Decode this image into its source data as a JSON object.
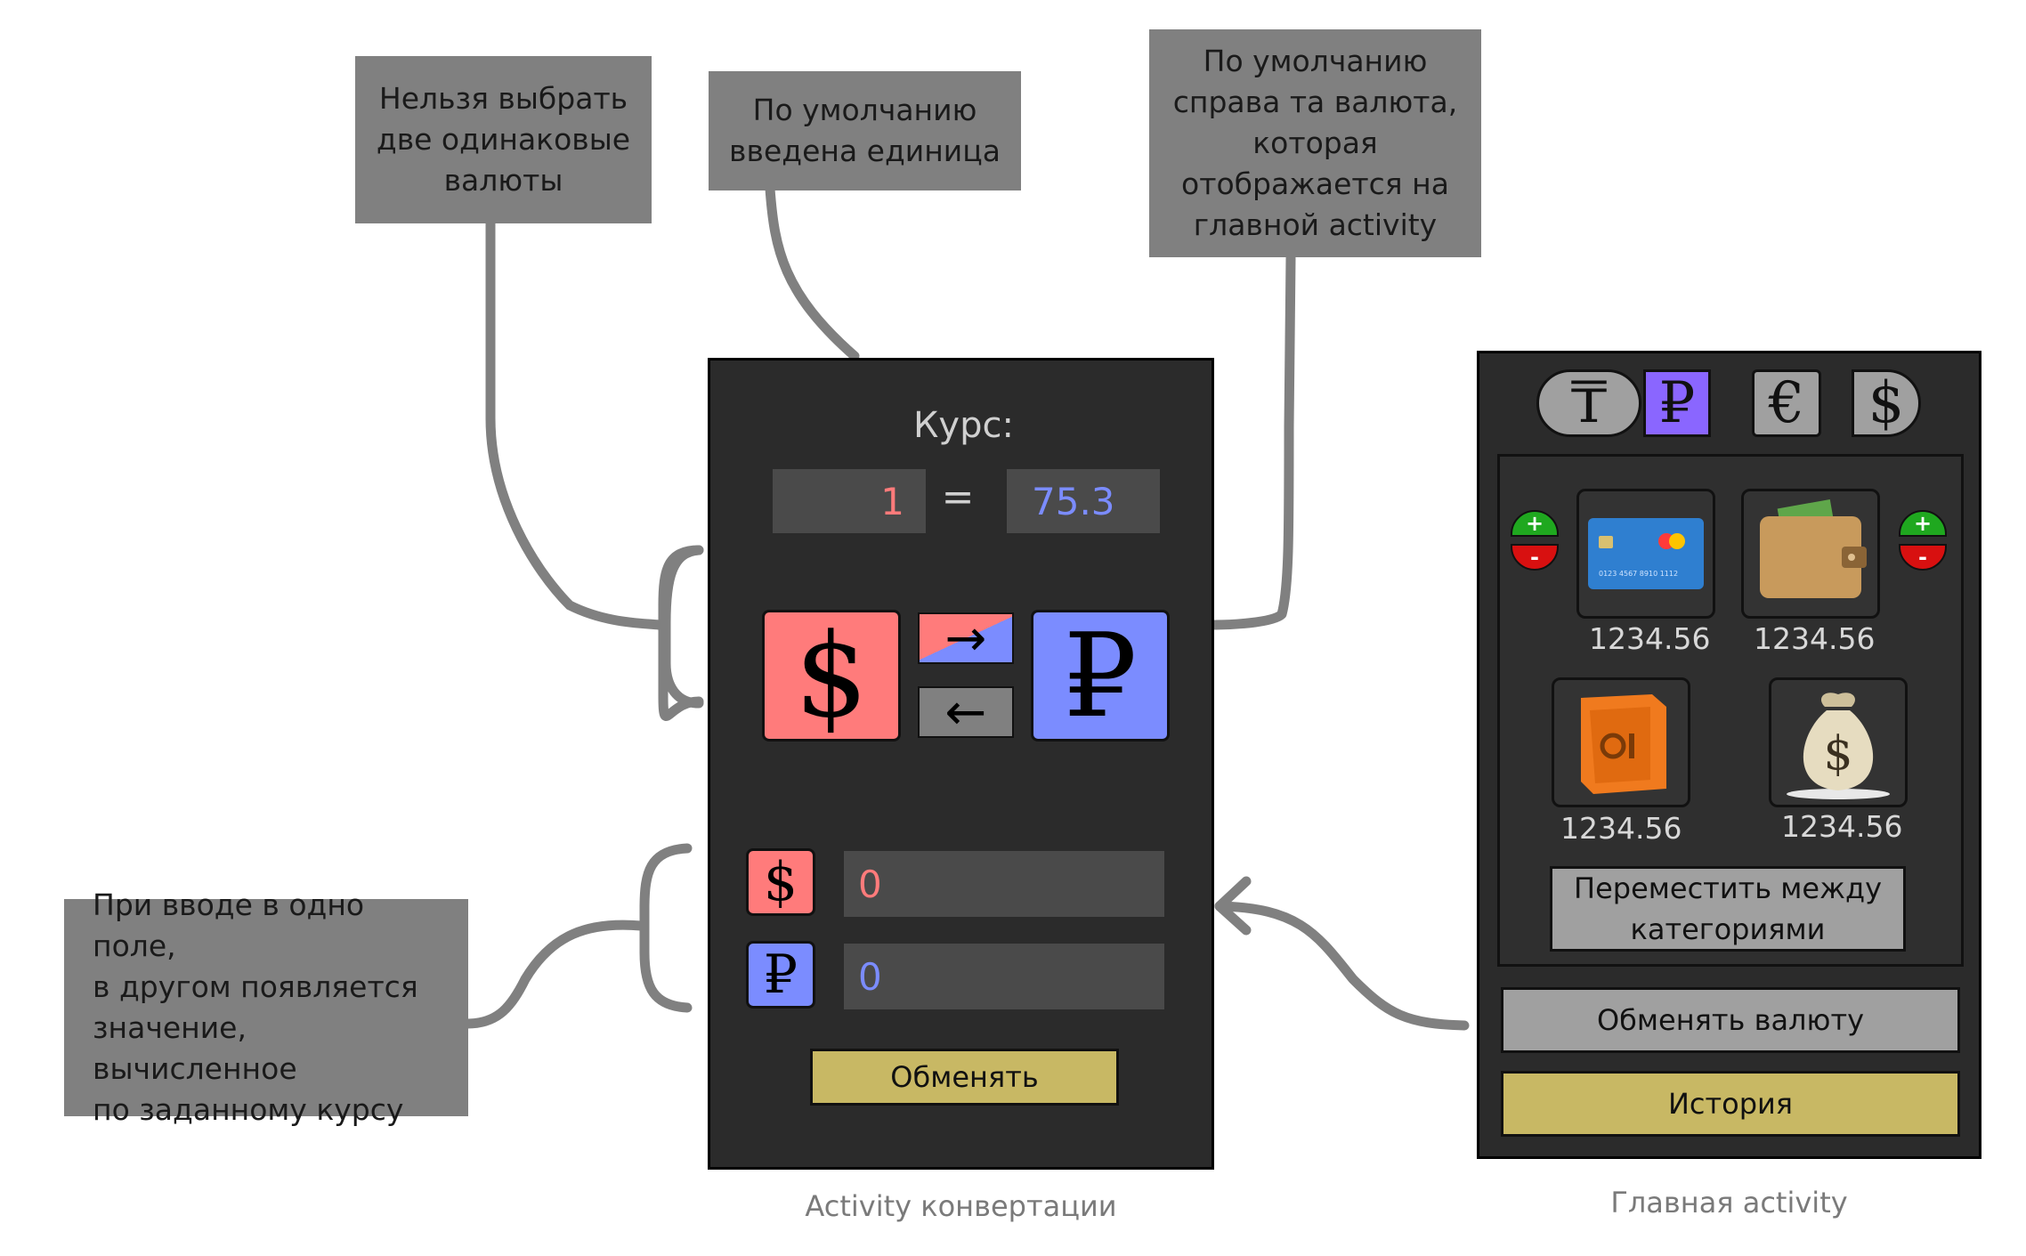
{
  "notes": {
    "same_currency": "Нельзя выбрать\nдве одинаковые\nвалюты",
    "default_one": "По умолчанию\nвведена единица",
    "default_right": "По умолчанию\nсправа та валюта,\nкоторая\nотображается на\nглавной activity",
    "input_sync": "При вводе в одно поле,\nв другом появляется\nзначение, вычисленное\nпо заданному курсу"
  },
  "conversion": {
    "rate_label": "Курс:",
    "rate_left": "1",
    "equals": "=",
    "rate_right": "75.3",
    "left_currency": "$",
    "right_currency": "₽",
    "arrow_right": "→",
    "arrow_left": "←",
    "field_left_currency": "$",
    "field_left_value": "0",
    "field_right_currency": "₽",
    "field_right_value": "0",
    "exchange_button": "Обменять",
    "caption": "Activity конвертации"
  },
  "main": {
    "tabs": [
      "₸",
      "₽",
      "€",
      "$"
    ],
    "plus": "+",
    "minus": "-",
    "accounts": [
      {
        "icon": "credit-card-icon",
        "amount": "1234.56"
      },
      {
        "icon": "wallet-icon",
        "amount": "1234.56"
      },
      {
        "icon": "safe-icon",
        "amount": "1234.56"
      },
      {
        "icon": "money-bag-icon",
        "amount": "1234.56"
      }
    ],
    "card_number": "0123 4567 8910 1112",
    "move_button": "Переместить между\nкатегориями",
    "exchange_button": "Обменять валюту",
    "history_button": "История",
    "caption": "Главная activity"
  },
  "colors": {
    "red_currency": "#ff7b7b",
    "blue_currency": "#7b8cff",
    "active_tab": "#8a66ff",
    "gold_button": "#c8b864",
    "gray_button": "#a0a0a0",
    "plus_green": "#1fa81f",
    "minus_red": "#d81010"
  }
}
